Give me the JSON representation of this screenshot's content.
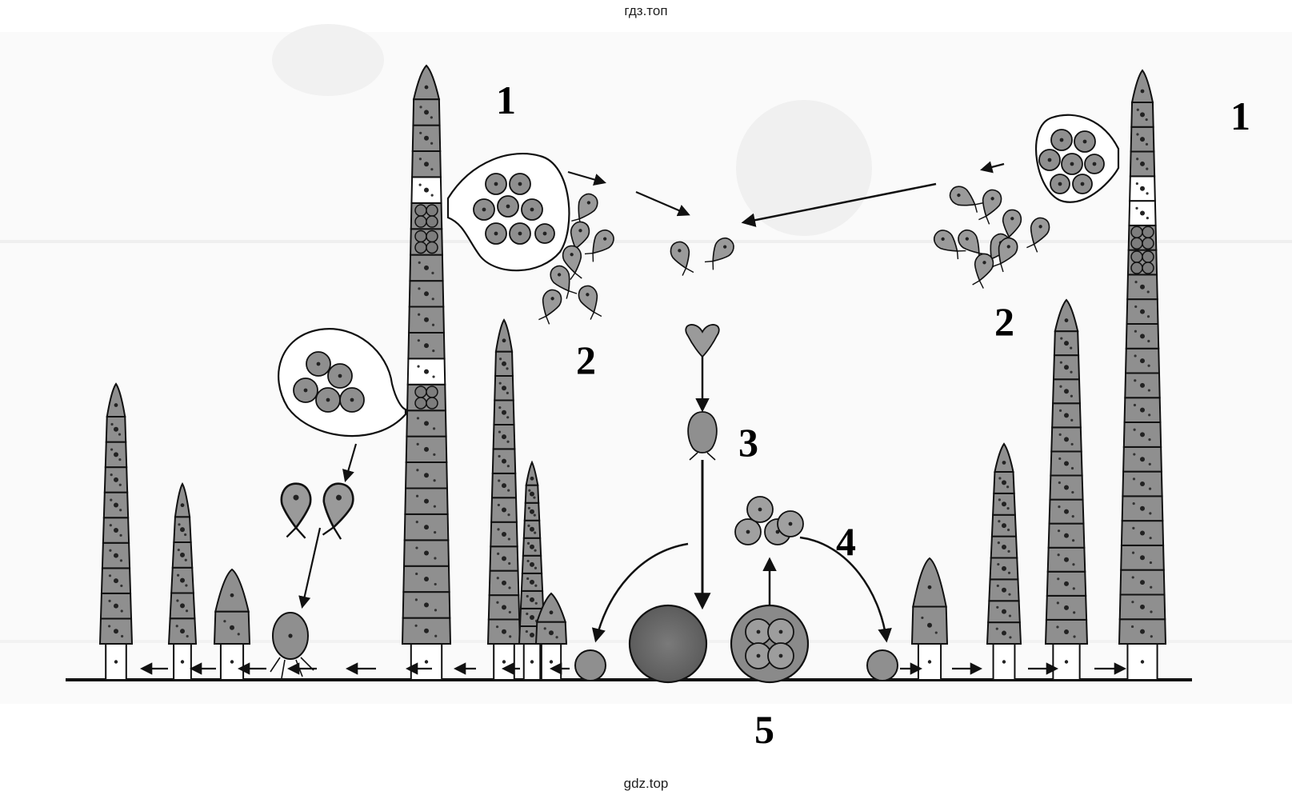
{
  "watermark_top": "гдз.топ",
  "watermark_bottom": "gdz.top",
  "labels": {
    "l1_left": "1",
    "l1_right": "1",
    "l2_left": "2",
    "l2_right": "2",
    "l3": "3",
    "l4": "4",
    "l5": "5"
  },
  "colors": {
    "cell_fill": "#8f8f8f",
    "cell_fill_light": "#b9b9b9",
    "outline": "#111111",
    "background_ghost": "#ececec"
  }
}
